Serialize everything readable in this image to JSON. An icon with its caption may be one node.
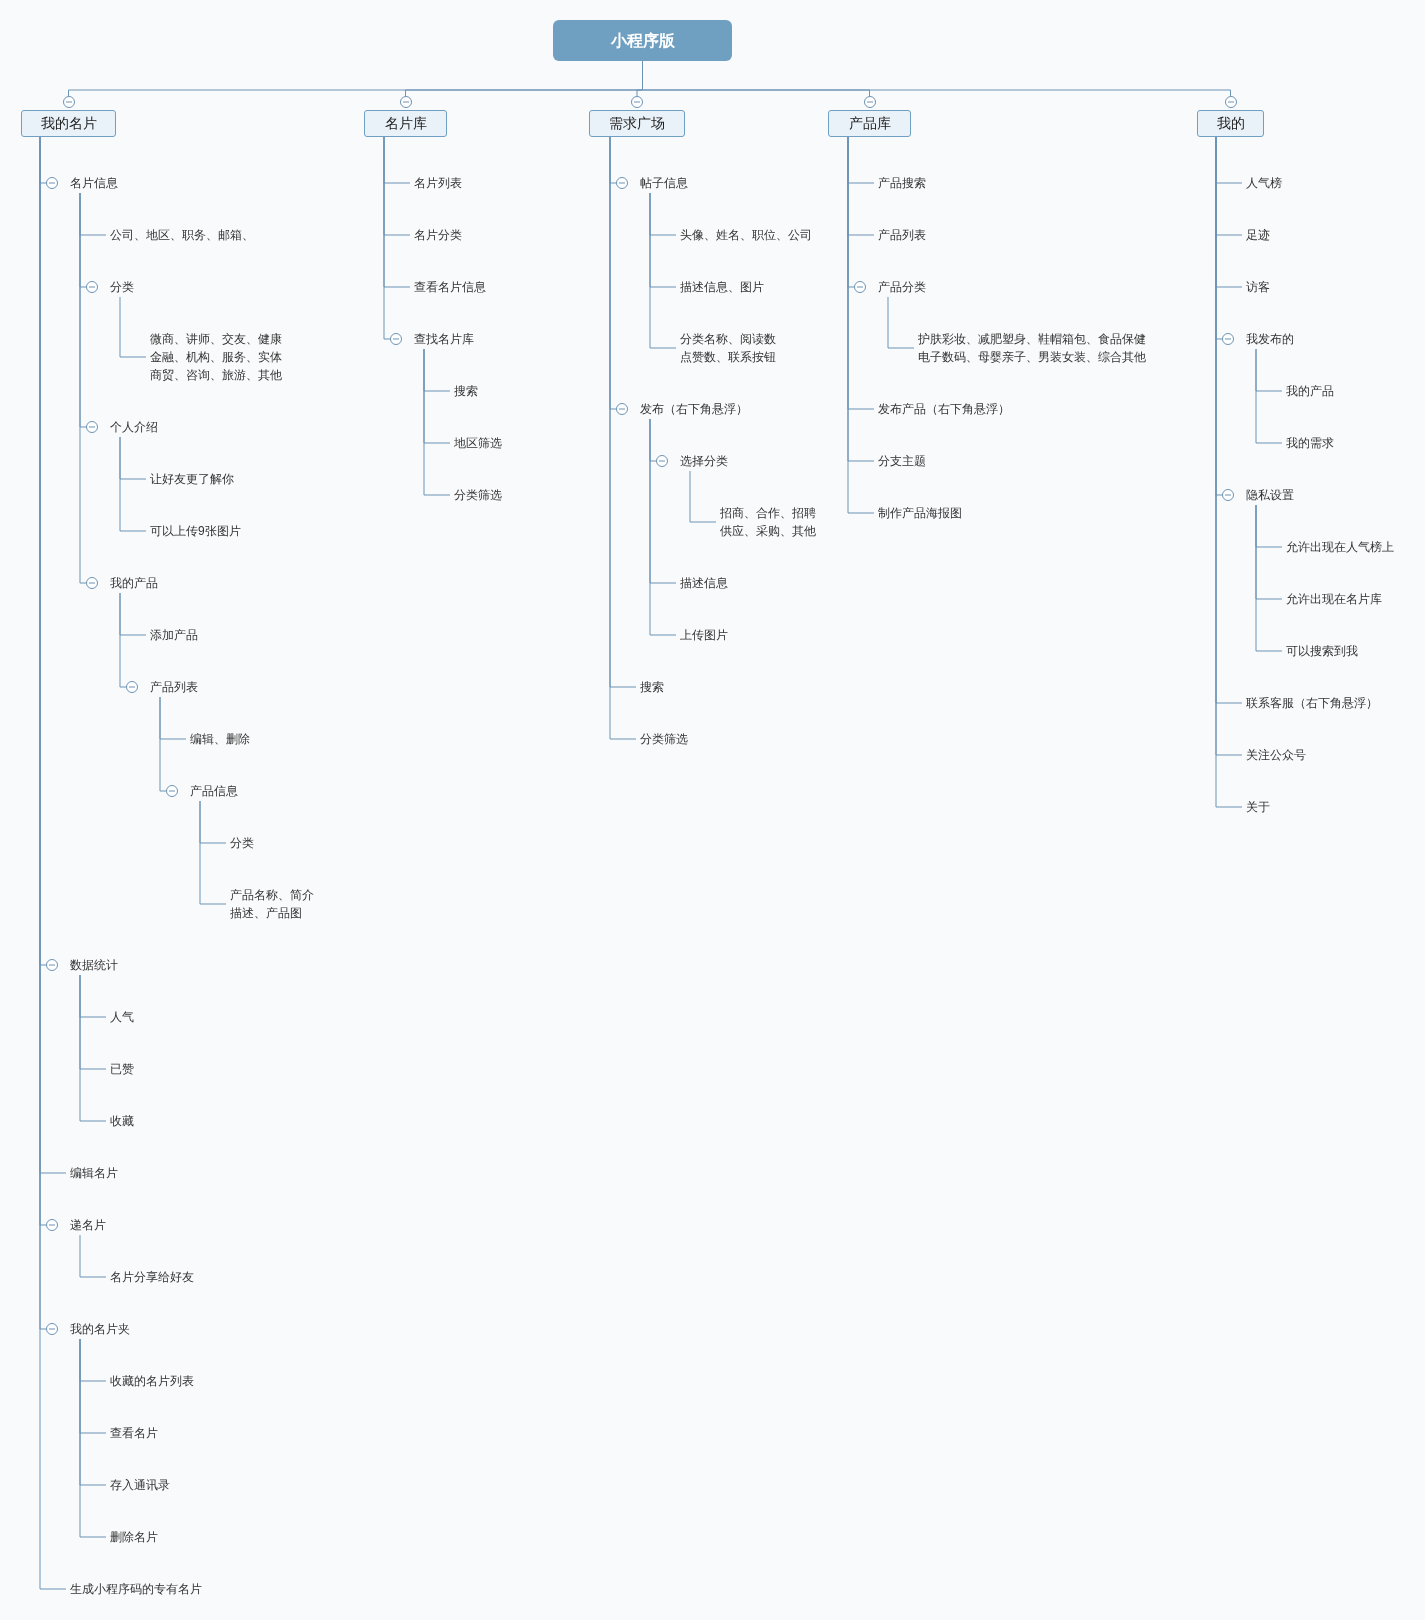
{
  "diagram": {
    "nodes": [
      {
        "text": [
          "小程序版"
        ]
      },
      {
        "text": [
          "我的名片"
        ]
      },
      {
        "text": [
          "名片信息"
        ]
      },
      {
        "text": [
          "公司、地区、职务、邮箱、"
        ]
      },
      {
        "text": [
          "分类"
        ]
      },
      {
        "text": [
          "微商、讲师、交友、健康金融、机构、服务、实体商贸、咨询、旅游、其他"
        ]
      },
      {
        "text": [
          "个人介绍"
        ]
      },
      {
        "text": [
          "让好友更了解你"
        ]
      },
      {
        "text": [
          "可以上传9张图片"
        ]
      },
      {
        "text": [
          "我的产品"
        ]
      },
      {
        "text": [
          "添加产品"
        ]
      },
      {
        "text": [
          "产品列表"
        ]
      },
      {
        "text": [
          "编辑、删除"
        ]
      },
      {
        "text": [
          "产品信息"
        ]
      },
      {
        "text": [
          "分类"
        ]
      },
      {
        "text": [
          "产品名称、简介描述、产品图"
        ]
      },
      {
        "text": [
          "数据统计"
        ]
      },
      {
        "text": [
          "人气"
        ]
      },
      {
        "text": [
          "已赞"
        ]
      },
      {
        "text": [
          "收藏"
        ]
      },
      {
        "text": [
          "编辑名片"
        ]
      },
      {
        "text": [
          "递名片"
        ]
      },
      {
        "text": [
          "名片分享给好友"
        ]
      },
      {
        "text": [
          "我的名片夹"
        ]
      },
      {
        "text": [
          "收藏的名片列表"
        ]
      },
      {
        "text": [
          "查看名片"
        ]
      },
      {
        "text": [
          "存入通讯录"
        ]
      },
      {
        "text": [
          "删除名片"
        ]
      },
      {
        "text": [
          "生成小程序码的专有名片"
        ]
      },
      {
        "text": [
          "名片库"
        ]
      },
      {
        "text": [
          "名片列表"
        ]
      },
      {
        "text": [
          "名片分类"
        ]
      },
      {
        "text": [
          "查看名片信息"
        ]
      },
      {
        "text": [
          "查找名片库"
        ]
      },
      {
        "text": [
          "搜索"
        ]
      },
      {
        "text": [
          "地区筛选"
        ]
      },
      {
        "text": [
          "分类筛选"
        ]
      },
      {
        "text": [
          "需求广场"
        ]
      },
      {
        "text": [
          "帖子信息"
        ]
      },
      {
        "text": [
          "头像、姓名、职位、公司"
        ]
      },
      {
        "text": [
          "描述信息、图片"
        ]
      },
      {
        "text": [
          "分类名称、阅读数点赞数、联系按钮"
        ]
      },
      {
        "text": [
          "发布（右下角悬浮）"
        ]
      },
      {
        "text": [
          "选择分类"
        ]
      },
      {
        "text": [
          "招商、合作、招聘供应、采购、其他"
        ]
      },
      {
        "text": [
          "描述信息"
        ]
      },
      {
        "text": [
          "上传图片"
        ]
      },
      {
        "text": [
          "搜索"
        ]
      },
      {
        "text": [
          "分类筛选"
        ]
      },
      {
        "text": [
          "产品库"
        ]
      },
      {
        "text": [
          "产品搜索"
        ]
      },
      {
        "text": [
          "产品列表"
        ]
      },
      {
        "text": [
          "产品分类"
        ]
      },
      {
        "text": [
          "护肤彩妆、减肥塑身、鞋帽箱包、食品保健电子数码、母婴亲子、男装女装、综合其他"
        ]
      },
      {
        "text": [
          "发布产品（右下角悬浮）"
        ]
      },
      {
        "text": [
          "分支主题"
        ]
      },
      {
        "text": [
          "制作产品海报图"
        ]
      },
      {
        "text": [
          "我的"
        ]
      },
      {
        "text": [
          "人气榜"
        ]
      },
      {
        "text": [
          "足迹"
        ]
      },
      {
        "text": [
          "访客"
        ]
      },
      {
        "text": [
          "我发布的"
        ]
      },
      {
        "text": [
          "我的产品"
        ]
      },
      {
        "text": [
          "我的需求"
        ]
      },
      {
        "text": [
          "隐私设置"
        ]
      },
      {
        "text": [
          "允许出现在人气榜上"
        ]
      },
      {
        "text": [
          "允许出现在名片库"
        ]
      },
      {
        "text": [
          "可以搜索到我"
        ]
      },
      {
        "text": [
          "联系客服（右下角悬浮）"
        ]
      },
      {
        "text": [
          "关注公众号"
        ]
      },
      {
        "text": [
          "关于"
        ]
      }
    ],
    "edges": [
      {
        "from": 0,
        "to": 1,
        "arrow": "none"
      },
      {
        "from": 0,
        "to": 29,
        "arrow": "none"
      },
      {
        "from": 0,
        "to": 37,
        "arrow": "none"
      },
      {
        "from": 0,
        "to": 49,
        "arrow": "none"
      },
      {
        "from": 0,
        "to": 57,
        "arrow": "none"
      },
      {
        "from": 1,
        "to": 2,
        "arrow": "none"
      },
      {
        "from": 2,
        "to": 3,
        "arrow": "none"
      },
      {
        "from": 2,
        "to": 4,
        "arrow": "none"
      },
      {
        "from": 4,
        "to": 5,
        "arrow": "none"
      },
      {
        "from": 2,
        "to": 6,
        "arrow": "none"
      },
      {
        "from": 6,
        "to": 7,
        "arrow": "none"
      },
      {
        "from": 6,
        "to": 8,
        "arrow": "none"
      },
      {
        "from": 2,
        "to": 9,
        "arrow": "none"
      },
      {
        "from": 9,
        "to": 10,
        "arrow": "none"
      },
      {
        "from": 9,
        "to": 11,
        "arrow": "none"
      },
      {
        "from": 11,
        "to": 12,
        "arrow": "none"
      },
      {
        "from": 11,
        "to": 13,
        "arrow": "none"
      },
      {
        "from": 13,
        "to": 14,
        "arrow": "none"
      },
      {
        "from": 13,
        "to": 15,
        "arrow": "none"
      },
      {
        "from": 1,
        "to": 16,
        "arrow": "none"
      },
      {
        "from": 16,
        "to": 17,
        "arrow": "none"
      },
      {
        "from": 16,
        "to": 18,
        "arrow": "none"
      },
      {
        "from": 16,
        "to": 19,
        "arrow": "none"
      },
      {
        "from": 1,
        "to": 20,
        "arrow": "none"
      },
      {
        "from": 1,
        "to": 21,
        "arrow": "none"
      },
      {
        "from": 21,
        "to": 22,
        "arrow": "none"
      },
      {
        "from": 1,
        "to": 23,
        "arrow": "none"
      },
      {
        "from": 23,
        "to": 24,
        "arrow": "none"
      },
      {
        "from": 23,
        "to": 25,
        "arrow": "none"
      },
      {
        "from": 23,
        "to": 26,
        "arrow": "none"
      },
      {
        "from": 23,
        "to": 27,
        "arrow": "none"
      },
      {
        "from": 1,
        "to": 28,
        "arrow": "none"
      },
      {
        "from": 29,
        "to": 30,
        "arrow": "none"
      },
      {
        "from": 29,
        "to": 31,
        "arrow": "none"
      },
      {
        "from": 29,
        "to": 32,
        "arrow": "none"
      },
      {
        "from": 29,
        "to": 33,
        "arrow": "none"
      },
      {
        "from": 33,
        "to": 34,
        "arrow": "none"
      },
      {
        "from": 33,
        "to": 35,
        "arrow": "none"
      },
      {
        "from": 33,
        "to": 36,
        "arrow": "none"
      },
      {
        "from": 37,
        "to": 38,
        "arrow": "none"
      },
      {
        "from": 38,
        "to": 39,
        "arrow": "none"
      },
      {
        "from": 38,
        "to": 40,
        "arrow": "none"
      },
      {
        "from": 38,
        "to": 41,
        "arrow": "none"
      },
      {
        "from": 37,
        "to": 42,
        "arrow": "none"
      },
      {
        "from": 42,
        "to": 43,
        "arrow": "none"
      },
      {
        "from": 43,
        "to": 44,
        "arrow": "none"
      },
      {
        "from": 42,
        "to": 45,
        "arrow": "none"
      },
      {
        "from": 42,
        "to": 46,
        "arrow": "none"
      },
      {
        "from": 37,
        "to": 47,
        "arrow": "none"
      },
      {
        "from": 37,
        "to": 48,
        "arrow": "none"
      },
      {
        "from": 49,
        "to": 50,
        "arrow": "none"
      },
      {
        "from": 49,
        "to": 51,
        "arrow": "none"
      },
      {
        "from": 49,
        "to": 52,
        "arrow": "none"
      },
      {
        "from": 52,
        "to": 53,
        "arrow": "none"
      },
      {
        "from": 49,
        "to": 54,
        "arrow": "none"
      },
      {
        "from": 49,
        "to": 55,
        "arrow": "none"
      },
      {
        "from": 49,
        "to": 56,
        "arrow": "none"
      },
      {
        "from": 57,
        "to": 58,
        "arrow": "none"
      },
      {
        "from": 57,
        "to": 59,
        "arrow": "none"
      },
      {
        "from": 57,
        "to": 60,
        "arrow": "none"
      },
      {
        "from": 57,
        "to": 61,
        "arrow": "none"
      },
      {
        "from": 61,
        "to": 62,
        "arrow": "none"
      },
      {
        "from": 61,
        "to": 63,
        "arrow": "none"
      },
      {
        "from": 57,
        "to": 64,
        "arrow": "none"
      },
      {
        "from": 64,
        "to": 65,
        "arrow": "none"
      },
      {
        "from": 64,
        "to": 66,
        "arrow": "none"
      },
      {
        "from": 64,
        "to": 67,
        "arrow": "none"
      },
      {
        "from": 57,
        "to": 68,
        "arrow": "none"
      },
      {
        "from": 57,
        "to": 69,
        "arrow": "none"
      },
      {
        "from": 57,
        "to": 70,
        "arrow": "none"
      }
    ]
  }
}
